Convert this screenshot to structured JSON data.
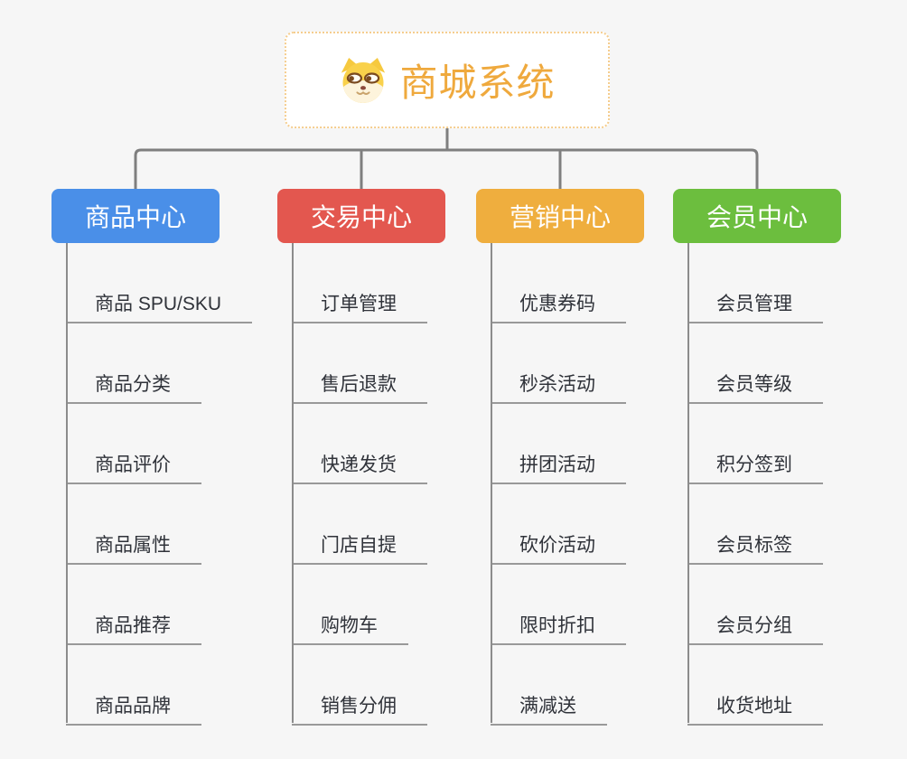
{
  "page": {
    "background_color": "#f6f6f6",
    "connector_color": "#7f7f7f",
    "leaf_line_color": "#999999",
    "leaf_text_color": "#30333a"
  },
  "root": {
    "label": "商城系统",
    "icon": "dog-face-icon",
    "text_color": "#efa93d",
    "border_color": "#f5cd8e",
    "background_color": "#ffffff"
  },
  "branches": [
    {
      "label": "商品中心",
      "color": "#4a8fe8",
      "children": [
        "商品 SPU/SKU",
        "商品分类",
        "商品评价",
        "商品属性",
        "商品推荐",
        "商品品牌"
      ]
    },
    {
      "label": "交易中心",
      "color": "#e3574f",
      "children": [
        "订单管理",
        "售后退款",
        "快递发货",
        "门店自提",
        "购物车",
        "销售分佣"
      ]
    },
    {
      "label": "营销中心",
      "color": "#efae3e",
      "children": [
        "优惠券码",
        "秒杀活动",
        "拼团活动",
        "砍价活动",
        "限时折扣",
        "满减送"
      ]
    },
    {
      "label": "会员中心",
      "color": "#6cbe3e",
      "children": [
        "会员管理",
        "会员等级",
        "积分签到",
        "会员标签",
        "会员分组",
        "收货地址"
      ]
    }
  ]
}
